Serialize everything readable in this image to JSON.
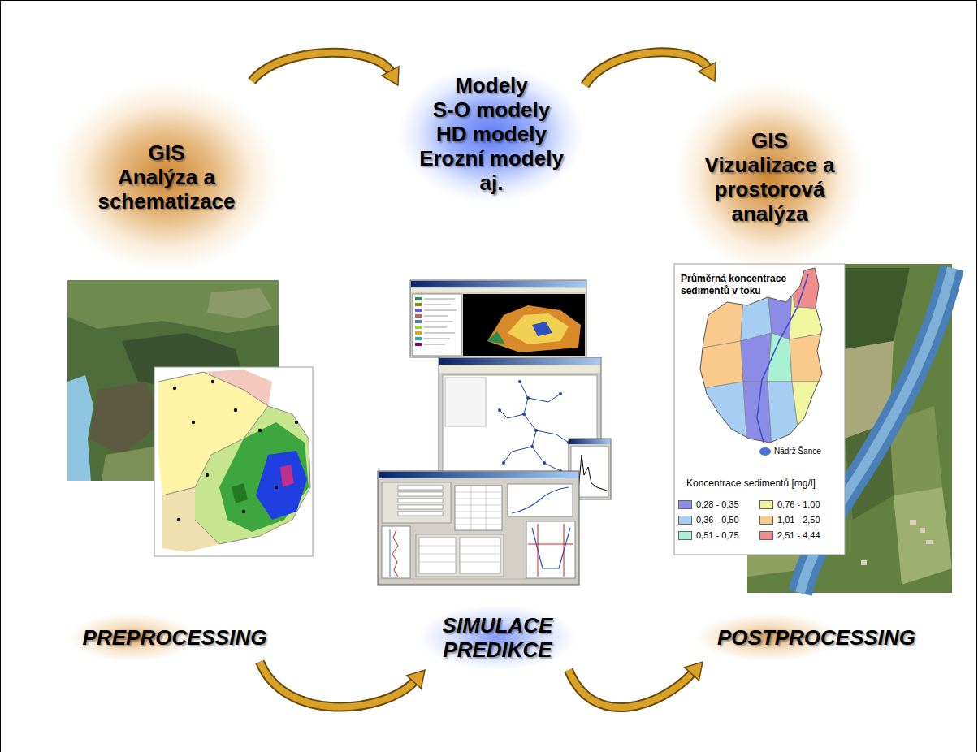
{
  "diagram": {
    "nodes": [
      {
        "text": [
          "GIS",
          "Analýza a schematizace"
        ]
      },
      {
        "text": [
          "Modely",
          "S-O modely",
          "HD modely",
          "Erozní modely",
          "aj."
        ]
      },
      {
        "text": [
          "GIS",
          "Vizualizace a prostorová analýza"
        ]
      },
      {
        "text": [
          "PREPROCESSING"
        ]
      },
      {
        "text": [
          "SIMULACE PREDIKCE"
        ]
      },
      {
        "text": [
          "POSTPROCESSING"
        ]
      }
    ],
    "edges": [
      {
        "from": 0,
        "to": 1,
        "arrow": "to"
      },
      {
        "from": 1,
        "to": 2,
        "arrow": "to"
      },
      {
        "from": 3,
        "to": 4,
        "arrow": "to"
      },
      {
        "from": 4,
        "to": 5,
        "arrow": "to"
      }
    ],
    "labels": [
      "Průměrná koncentrace sedimentů v toku",
      "Nádrž Šance",
      "Koncentrace sedimentů [mg/l]"
    ],
    "legend": [
      {
        "text": "0,28 - 0,35",
        "color": "#8c8ce6"
      },
      {
        "text": "0,36 - 0,50",
        "color": "#a6cdf2"
      },
      {
        "text": "0,51 - 0,75",
        "color": "#aaf0d2"
      },
      {
        "text": "0,76 - 1,00",
        "color": "#f0f5a0"
      },
      {
        "text": "1,01 - 2,50",
        "color": "#fac98c"
      },
      {
        "text": "2,51 - 4,44",
        "color": "#f08c8c"
      }
    ]
  }
}
